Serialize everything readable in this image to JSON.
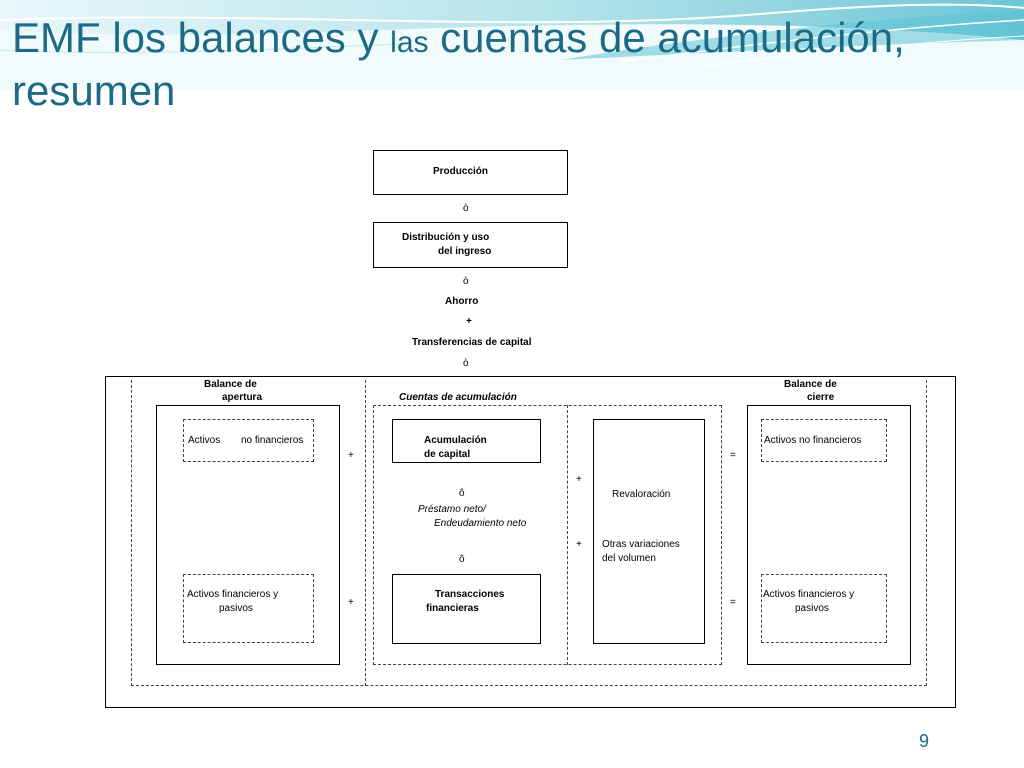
{
  "title": {
    "part1": "EMF los balances y ",
    "part2": "las",
    "part3": " cuentas de acumulación,",
    "line2": "resumen"
  },
  "top_flow": {
    "produccion": "Producción",
    "arrow1": "ò",
    "distribucion_line1": "Distribución y uso",
    "distribucion_line2": "del ingreso",
    "arrow2": "ò",
    "ahorro": "Ahorro",
    "plus": "+",
    "transferencias": "Transferencias de capital",
    "arrow3": "ò"
  },
  "balance_apertura": {
    "header_line1": "Balance de",
    "header_line2": "apertura",
    "activos_nf_a": "Activos",
    "activos_nf_b": "no financieros",
    "activos_f_line1": "Activos financieros y",
    "activos_f_line2": "pasivos"
  },
  "cuentas": {
    "header": "Cuentas de acumulación",
    "plus_top": "+",
    "plus_bottom": "+",
    "acumulacion_line1": "Acumulación",
    "acumulacion_line2": "de capital",
    "arrow_up": "ô",
    "prestamo_line1": "Préstamo neto/",
    "prestamo_line2": "Endeudamiento neto",
    "arrow_down": "ô",
    "transacciones_line1": "Transacciones",
    "transacciones_line2": "financieras"
  },
  "otros_flujos": {
    "plus_reval": "+",
    "revaloracion": "Revaloración",
    "plus_otras": "+",
    "otras_line1": "Otras variaciones",
    "otras_line2": "del volumen"
  },
  "balance_cierre": {
    "header_line1": "Balance de",
    "header_line2": "cierre",
    "eq_top": "=",
    "eq_bottom": "=",
    "activos_nf": "Activos no financieros",
    "activos_f_line1": "Activos financieros y",
    "activos_f_line2": "pasivos"
  },
  "page_number": "9"
}
